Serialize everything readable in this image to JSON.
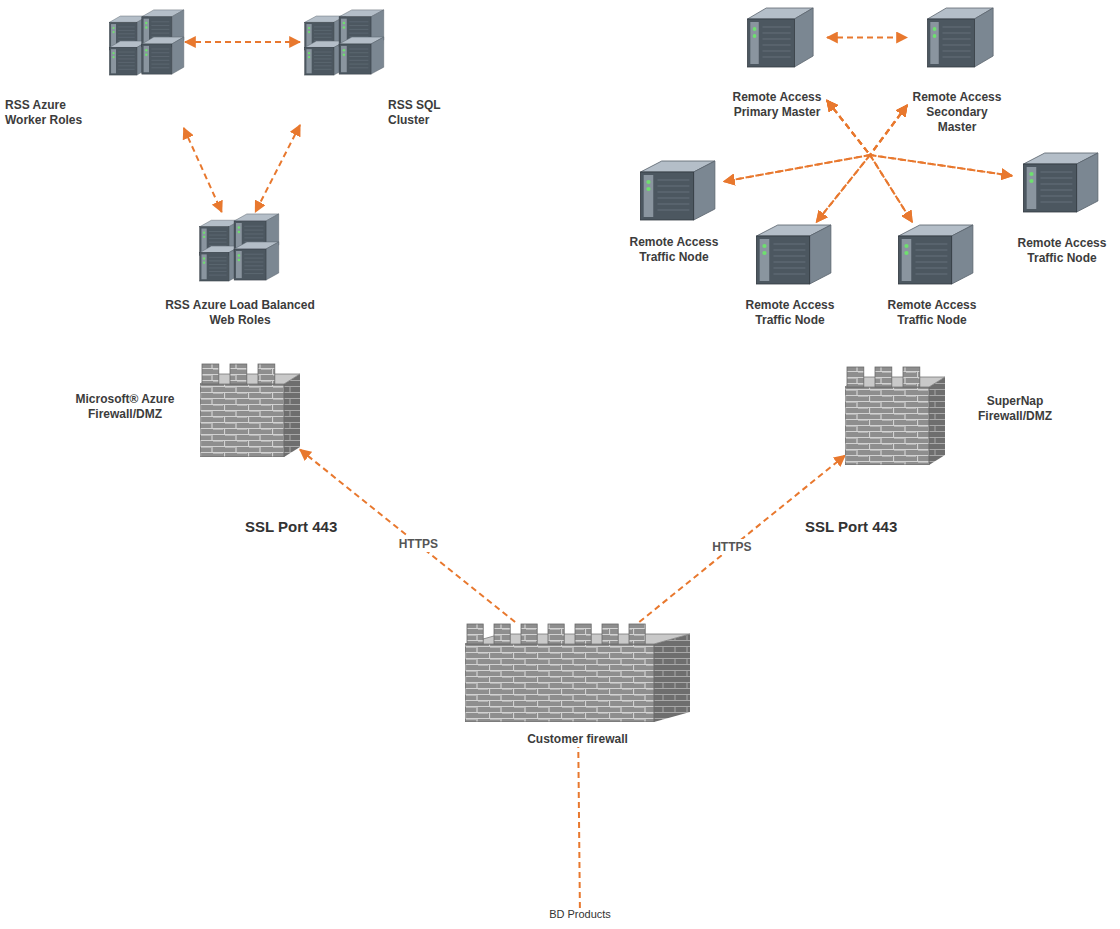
{
  "diagram": {
    "nodes": [
      {
        "text": [
          "RSS Azure Worker Roles"
        ]
      },
      {
        "text": [
          "RSS SQL Cluster"
        ]
      },
      {
        "text": [
          "Remote Access Primary Master"
        ]
      },
      {
        "text": [
          "Remote Access Secondary Master"
        ]
      },
      {
        "text": [
          "Remote Access Traffic Node"
        ]
      },
      {
        "text": [
          "Remote Access Traffic Node"
        ]
      },
      {
        "text": [
          "Remote Access Traffic Node"
        ]
      },
      {
        "text": [
          "Remote Access Traffic Node"
        ]
      },
      {
        "text": [
          "RSS Azure Load Balanced Web Roles"
        ]
      },
      {
        "text": [
          "Microsoft® Azure Firewall/DMZ"
        ]
      },
      {
        "text": [
          "SuperNap Firewall/DMZ"
        ]
      },
      {
        "text": [
          "Customer firewall"
        ]
      },
      {
        "text": [
          "BD Products"
        ]
      }
    ],
    "edges": [
      {
        "from": 0,
        "to": 1,
        "arrow": "both"
      },
      {
        "from": 0,
        "to": 8,
        "arrow": "both"
      },
      {
        "from": 1,
        "to": 8,
        "arrow": "both"
      },
      {
        "from": 2,
        "to": 3,
        "arrow": "both"
      },
      {
        "from": 2,
        "to": 4,
        "arrow": "both"
      },
      {
        "from": 2,
        "to": 5,
        "arrow": "both"
      },
      {
        "from": 2,
        "to": 6,
        "arrow": "both"
      },
      {
        "from": 2,
        "to": 7,
        "arrow": "both"
      },
      {
        "from": 3,
        "to": 4,
        "arrow": "both"
      },
      {
        "from": 3,
        "to": 5,
        "arrow": "both"
      },
      {
        "from": 3,
        "to": 6,
        "arrow": "both"
      },
      {
        "from": 3,
        "to": 7,
        "arrow": "both"
      },
      {
        "from": 11,
        "to": 9,
        "arrow": "to",
        "label": "HTTPS"
      },
      {
        "from": 11,
        "to": 10,
        "arrow": "to",
        "label": "HTTPS"
      },
      {
        "from": 12,
        "to": 11,
        "arrow": "none"
      }
    ],
    "labels": [
      "SSL Port 443",
      "SSL Port 443"
    ]
  }
}
